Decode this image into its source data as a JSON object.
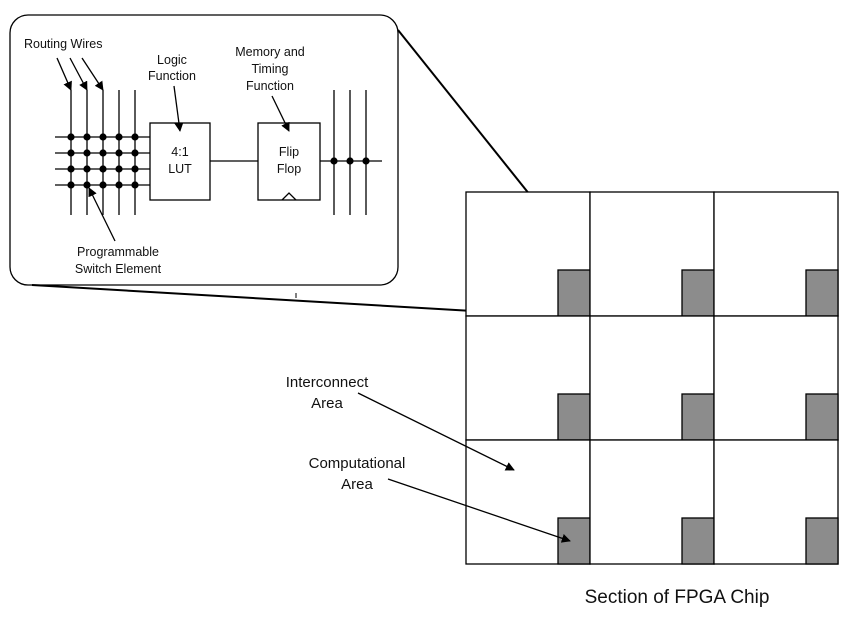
{
  "inset": {
    "routing_wires_label": "Routing Wires",
    "logic_function_label": [
      "Logic",
      "Function"
    ],
    "memory_timing_label": [
      "Memory and",
      "Timing",
      "Function"
    ],
    "lut_label": [
      "4:1",
      "LUT"
    ],
    "flipflop_label": [
      "Flip",
      "Flop"
    ],
    "switch_element_label": [
      "Programmable",
      "Switch Element"
    ]
  },
  "chip": {
    "grid_rows": 3,
    "grid_cols": 3,
    "interconnect_label": [
      "Interconnect",
      "Area"
    ],
    "computational_label": [
      "Computational",
      "Area"
    ],
    "caption": "Section of FPGA Chip"
  },
  "colors": {
    "line": "#000000",
    "computational_block": "#8c8c8c",
    "background": "#ffffff"
  }
}
